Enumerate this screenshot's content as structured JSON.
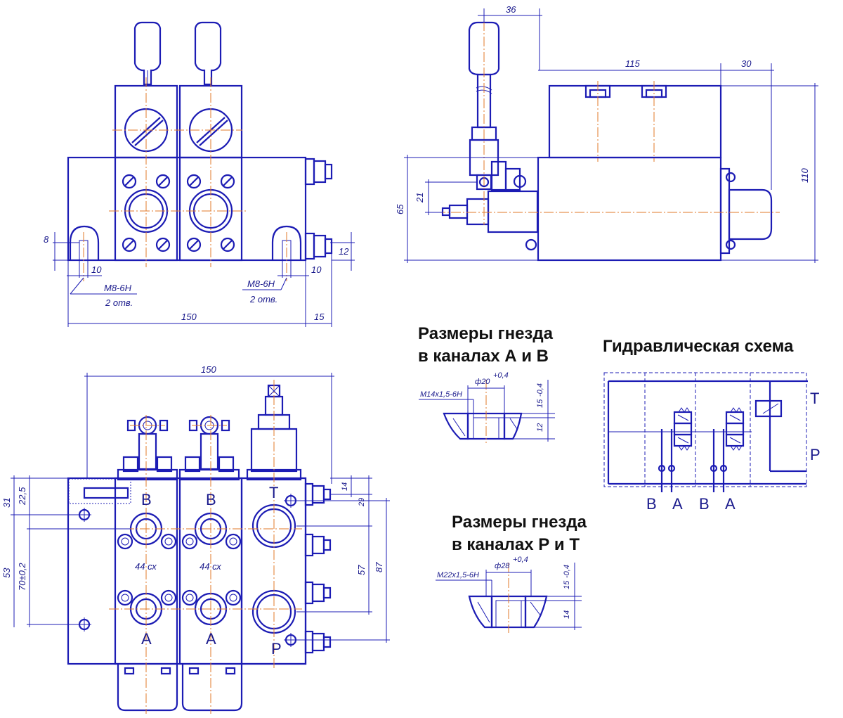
{
  "colors": {
    "outline": "#1c1cb4",
    "center_line": "#e07a2a",
    "text": "#111111",
    "dimension": "#1a1a8c"
  },
  "front_view": {
    "dims": {
      "d8": "8",
      "d12": "12",
      "d10_left": "10",
      "d10_right": "10",
      "d150": "150",
      "d15": "15"
    },
    "thread_left": "M8-6H",
    "holes_left": "2 отв.",
    "thread_right": "M8-6H",
    "holes_right": "2 отв."
  },
  "side_view": {
    "dims": {
      "d36": "36",
      "d115": "115",
      "d30": "30",
      "d110": "110",
      "d65": "65",
      "d21": "21"
    }
  },
  "top_view": {
    "dims": {
      "d150": "150",
      "d31": "31",
      "d22_5": "22,5",
      "d53": "53",
      "d70": "70±0,2",
      "d14": "14",
      "d29": "29",
      "d57": "57",
      "d87": "87"
    },
    "section_labels": {
      "b1": "B",
      "b2": "B",
      "a1": "A",
      "a2": "A",
      "t": "T",
      "p": "P"
    },
    "marking1": "44 сх",
    "marking2": "44 сх"
  },
  "socket_ab": {
    "title_line1": "Размеры гнезда",
    "title_line2": "в каналах А и В",
    "thread": "M14x1,5-6H",
    "diameter": "ф20",
    "diameter_tol": "+0,4",
    "depth": "15",
    "depth_tol": "-0,4",
    "d12": "12"
  },
  "socket_pt": {
    "title_line1": "Размеры гнезда",
    "title_line2": "в каналах Р и Т",
    "thread": "M22x1,5-6H",
    "diameter": "ф28",
    "diameter_tol": "+0,4",
    "depth": "15",
    "depth_tol": "-0,4",
    "d14": "14"
  },
  "scheme": {
    "title": "Гидравлическая схема",
    "port_t": "T",
    "port_p": "P",
    "port_b1": "B",
    "port_a1": "A",
    "port_b2": "B",
    "port_a2": "A"
  }
}
